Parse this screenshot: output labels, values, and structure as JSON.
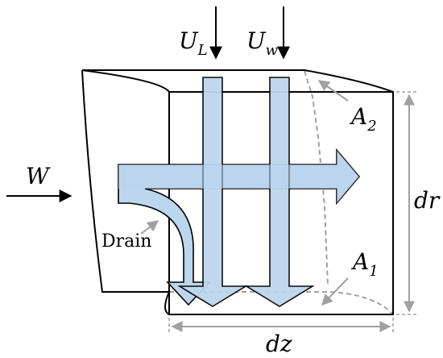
{
  "labels": {
    "UL": {
      "main": "U",
      "sub": "L"
    },
    "Uw": {
      "main": "U",
      "sub": "w"
    },
    "W": "W",
    "A2": {
      "main": "A",
      "sub": "2"
    },
    "A1": {
      "main": "A",
      "sub": "1"
    },
    "dr": "dr",
    "dz": "dz",
    "drain": "Drain"
  },
  "colors": {
    "flow_fill": "#bcd6ee",
    "flow_stroke": "#000000",
    "outline": "#000000",
    "dashed": "#a0a0a0",
    "dimension": "#a0a0a0",
    "pointer": "#a0a0a0"
  }
}
